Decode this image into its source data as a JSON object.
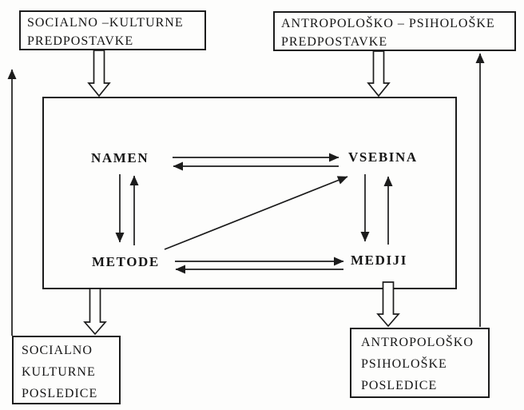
{
  "diagram": {
    "language": "Slovenian",
    "type": "didactic-model-flow-diagram"
  },
  "boxes": {
    "top_left": {
      "lines": [
        "SOCIALNO –KULTURNE",
        "PREDPOSTAVKE"
      ]
    },
    "top_right": {
      "lines": [
        "ANTROPOLOŠKO – PSIHOLOŠKE",
        "PREDPOSTAVKE"
      ]
    },
    "bottom_left": {
      "lines": [
        "SOCIALNO",
        "KULTURNE",
        "POSLEDICE"
      ]
    },
    "bottom_right": {
      "lines": [
        "ANTROPOLOŠKO",
        "PSIHOLOŠKE",
        "POSLEDICE"
      ]
    }
  },
  "nodes": {
    "namen": "NAMEN",
    "vsebina": "VSEBINA",
    "metode": "METODE",
    "mediji": "MEDIJI"
  },
  "relations": [
    {
      "from": "NAMEN",
      "to": "VSEBINA",
      "type": "two-way-pair"
    },
    {
      "from": "NAMEN",
      "to": "METODE",
      "type": "two-way-pair"
    },
    {
      "from": "METODE",
      "to": "MEDIJI",
      "type": "two-way-pair"
    },
    {
      "from": "VSEBINA",
      "to": "MEDIJI",
      "type": "two-way-pair"
    },
    {
      "from": "METODE",
      "to": "VSEBINA",
      "type": "one-way-diagonal"
    }
  ],
  "external_flows": [
    {
      "from": "SOCIALNO –KULTURNE PREDPOSTAVKE",
      "to": "central-box",
      "style": "hollow-block-arrow"
    },
    {
      "from": "ANTROPOLOŠKO – PSIHOLOŠKE PREDPOSTAVKE",
      "to": "central-box",
      "style": "hollow-block-arrow"
    },
    {
      "from": "central-box",
      "to": "SOCIALNO KULTURNE POSLEDICE",
      "style": "hollow-block-arrow"
    },
    {
      "from": "central-box",
      "to": "ANTROPOLOŠKO PSIHOLOŠKE POSLEDICE",
      "style": "hollow-block-arrow"
    },
    {
      "from": "SOCIALNO KULTURNE POSLEDICE",
      "to": "upward-feedback-left",
      "style": "thin-arrow-up"
    },
    {
      "from": "ANTROPOLOŠKO PSIHOLOŠKE POSLEDICE",
      "to": "ANTROPOLOŠKO – PSIHOLOŠKE PREDPOSTAVKE",
      "style": "thin-arrow-up"
    }
  ],
  "colors": {
    "line": "#1c1c1c",
    "text": "#161616",
    "background": "#fdfdfc"
  }
}
